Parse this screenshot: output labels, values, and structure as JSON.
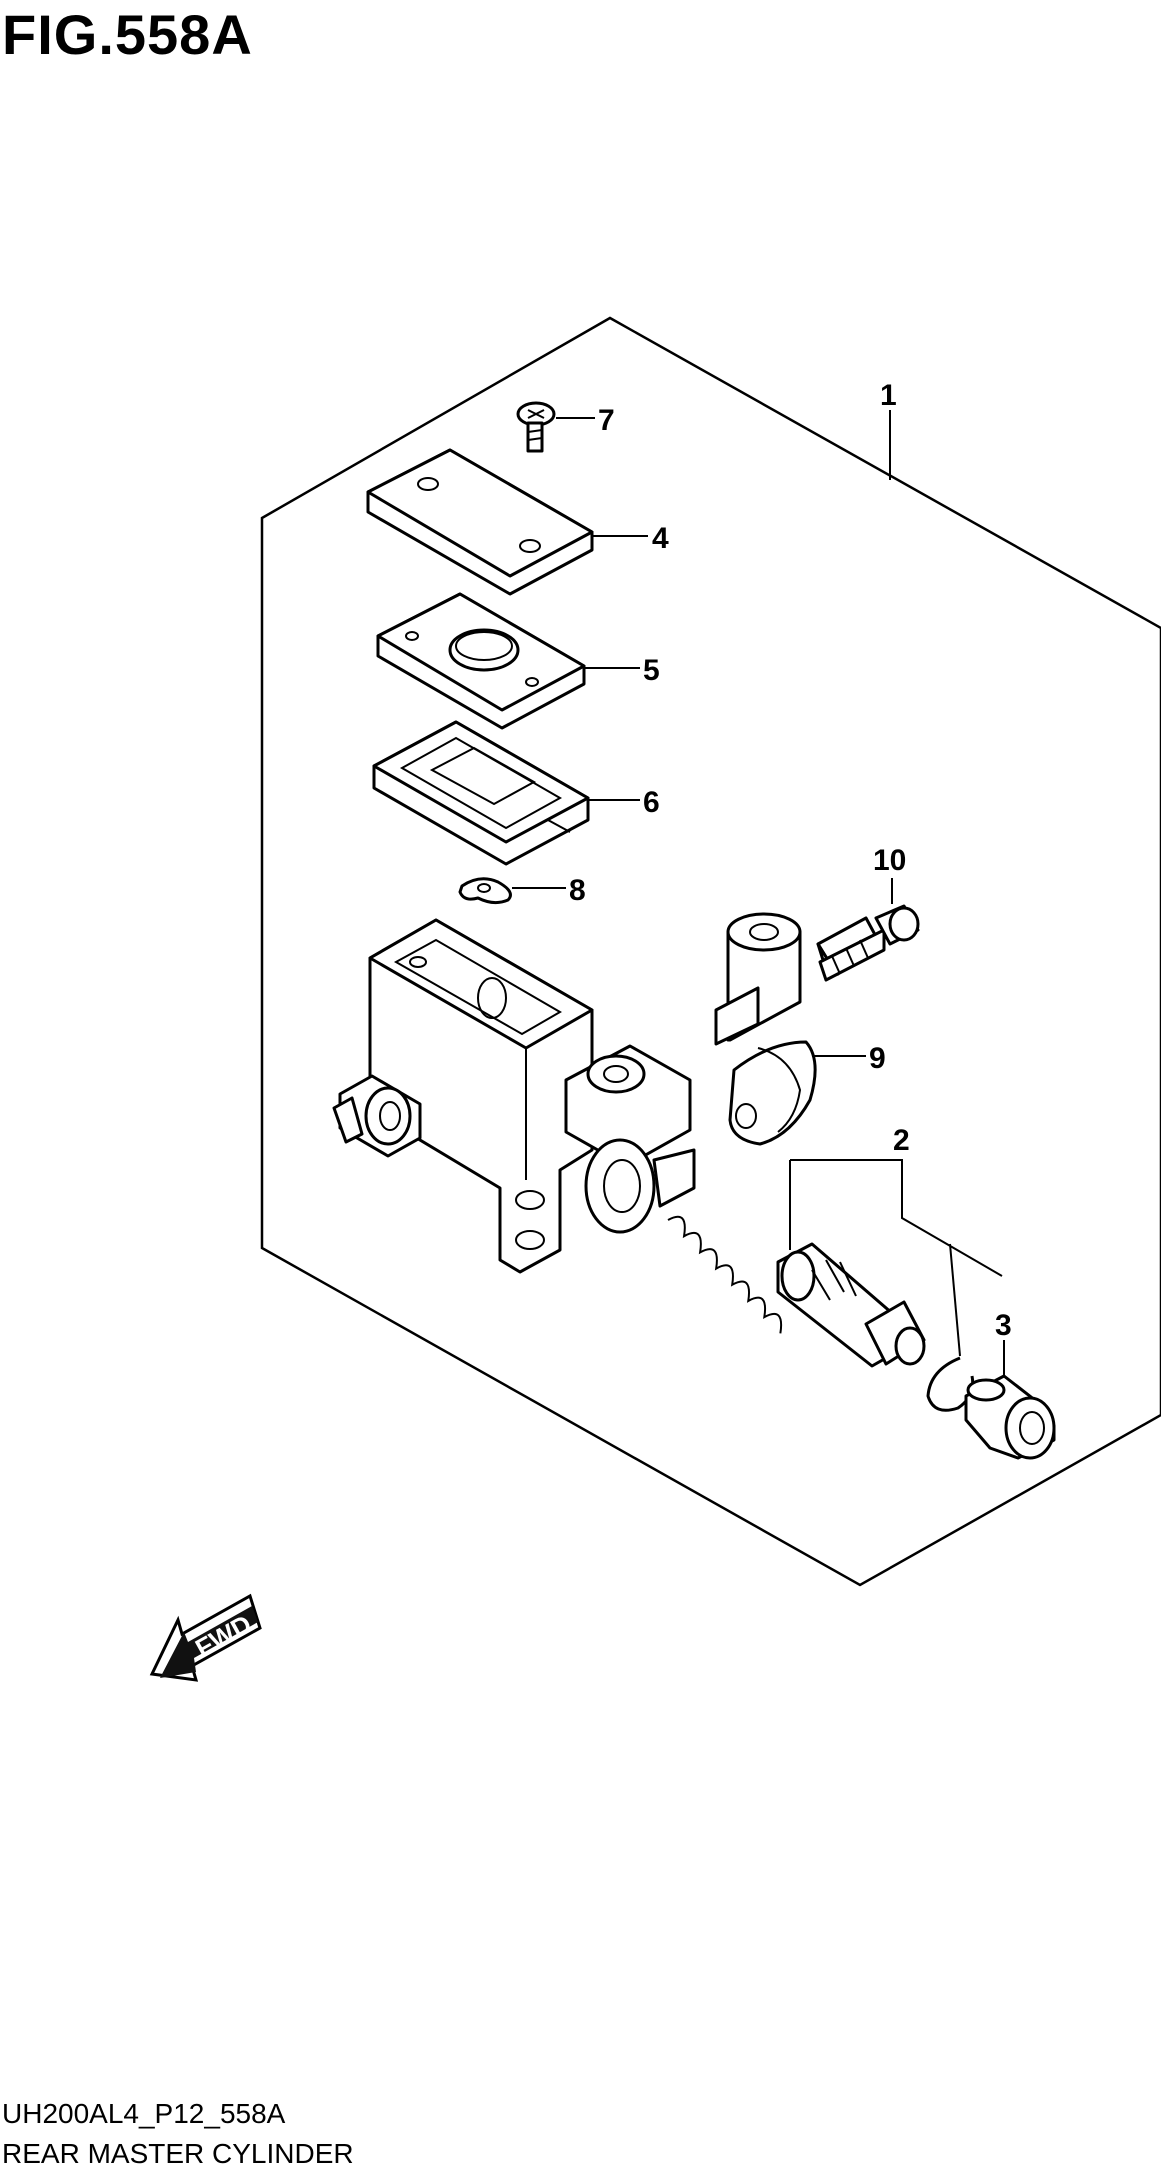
{
  "figure": {
    "title": "FIG.558A"
  },
  "footer": {
    "code": "UH200AL4_P12_558A",
    "name": "REAR MASTER CYLINDER"
  },
  "fwd_label": "FWD",
  "callouts": {
    "c1": "1",
    "c2": "2",
    "c3": "3",
    "c4": "4",
    "c5": "5",
    "c6": "6",
    "c7": "7",
    "c8": "8",
    "c9": "9",
    "c10": "10"
  }
}
